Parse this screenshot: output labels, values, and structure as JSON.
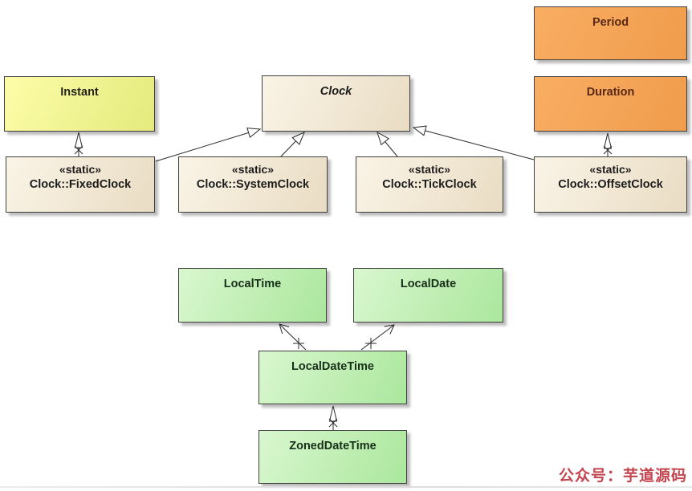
{
  "diagram": {
    "nodes": [
      {
        "id": "period",
        "label": "Period",
        "stereotype": "",
        "fill": "#f5a556",
        "text_color": "#592916"
      },
      {
        "id": "instant",
        "label": "Instant",
        "stereotype": "",
        "fill": "#eef08a",
        "text_color": "#24241c"
      },
      {
        "id": "clock",
        "label": "Clock",
        "stereotype": "",
        "abstract": true,
        "fill": "#f2e8d4",
        "text_color": "#1c1c1c"
      },
      {
        "id": "duration",
        "label": "Duration",
        "stereotype": "",
        "fill": "#f5a556",
        "text_color": "#592916"
      },
      {
        "id": "fixed-clock",
        "label": "Clock::FixedClock",
        "stereotype": "«static»",
        "fill": "#f2e8d4",
        "text_color": "#1c1c1c"
      },
      {
        "id": "system-clock",
        "label": "Clock::SystemClock",
        "stereotype": "«static»",
        "fill": "#f2e8d4",
        "text_color": "#1c1c1c"
      },
      {
        "id": "tick-clock",
        "label": "Clock::TickClock",
        "stereotype": "«static»",
        "fill": "#f2e8d4",
        "text_color": "#1c1c1c"
      },
      {
        "id": "offset-clock",
        "label": "Clock::OffsetClock",
        "stereotype": "«static»",
        "fill": "#f2e8d4",
        "text_color": "#1c1c1c"
      },
      {
        "id": "local-time",
        "label": "LocalTime",
        "stereotype": "",
        "fill": "#c2efb6",
        "text_color": "#18301a"
      },
      {
        "id": "local-date",
        "label": "LocalDate",
        "stereotype": "",
        "fill": "#c2efb6",
        "text_color": "#18301a"
      },
      {
        "id": "local-date-time",
        "label": "LocalDateTime",
        "stereotype": "",
        "fill": "#c2efb6",
        "text_color": "#18301a"
      },
      {
        "id": "zoned-date-time",
        "label": "ZonedDateTime",
        "stereotype": "",
        "fill": "#c2efb6",
        "text_color": "#18301a"
      }
    ],
    "edges": [
      {
        "from": "Clock::FixedClock",
        "to": "Instant",
        "type": "create-dependency"
      },
      {
        "from": "Clock::FixedClock",
        "to": "Clock",
        "type": "generalization"
      },
      {
        "from": "Clock::SystemClock",
        "to": "Clock",
        "type": "generalization"
      },
      {
        "from": "Clock::TickClock",
        "to": "Clock",
        "type": "generalization"
      },
      {
        "from": "Clock::OffsetClock",
        "to": "Clock",
        "type": "generalization"
      },
      {
        "from": "Clock::OffsetClock",
        "to": "Duration",
        "type": "create-dependency"
      },
      {
        "from": "LocalDateTime",
        "to": "LocalTime",
        "type": "create-dependency"
      },
      {
        "from": "LocalDateTime",
        "to": "LocalDate",
        "type": "create-dependency"
      },
      {
        "from": "ZonedDateTime",
        "to": "LocalDateTime",
        "type": "create-dependency"
      }
    ],
    "watermark": {
      "text": "公众号：芋道源码",
      "color": "#c5454f"
    },
    "colors": {
      "line": "#2a2a2a",
      "shadow": "#bdbdbd",
      "background": "#ffffff"
    }
  }
}
